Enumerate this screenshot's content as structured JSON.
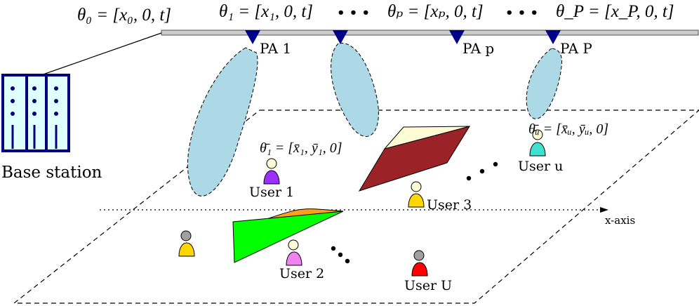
{
  "labels": {
    "theta0": "θ₀ = [x₀, 0, t]",
    "theta1": "θ₁ = [x₁, 0, t]",
    "thetap": "θₚ = [xₚ, 0, t]",
    "thetaP": "θ_P = [x_P, 0, t]",
    "dots_top_1": "• • •",
    "dots_top_2": "• • •",
    "pa1": "PA 1",
    "pap": "PA p",
    "paP": "PA P",
    "base_station": "Base station",
    "theta_bar_1": "θ̄₁ = [x̄₁, ȳ₁, 0]",
    "theta_bar_u": "θ̄ᵤ = [x̄ᵤ, ȳᵤ, 0]",
    "user1": "User 1",
    "user2": "User 2",
    "user3": "User 3",
    "useru": "User u",
    "userU": "User U",
    "xaxis": "x-axis"
  },
  "colors": {
    "beam": "#add8e6",
    "building": "#000080",
    "building_fill": "#e0ffff",
    "pa_marker": "#00008b",
    "waveguide": "#cccccc",
    "obstacle_red": "#9b2226",
    "obstacle_top": "#fffbd5",
    "obstacle_green": "#00ff00",
    "obstacle_orange": "#ff9f1c",
    "user_purple": "#9b30ff",
    "user_cyan": "#40e0d0",
    "user_yellow": "#ffd700",
    "user_pink": "#ee82ee",
    "user_red": "#ff0000",
    "head_light": "#fffbd5",
    "head_gray": "#a0a0a0"
  }
}
